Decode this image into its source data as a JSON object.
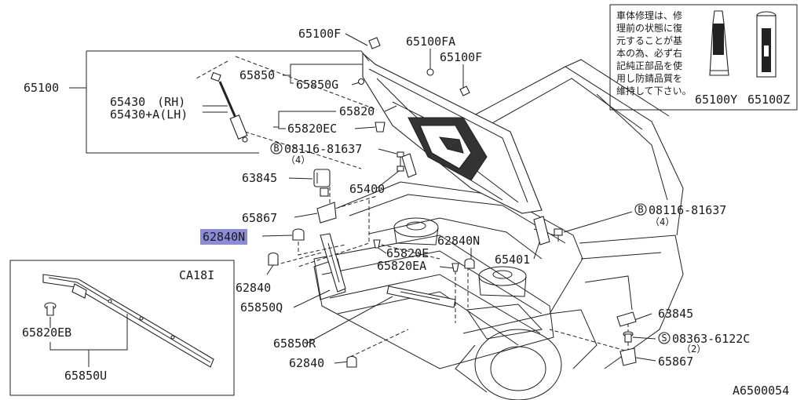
{
  "diagram_id": "A6500054",
  "highlight_color": "#8c8cd8",
  "note": {
    "lines": [
      "車体修理は、修",
      "理前の状態に復",
      "元することが基",
      "本の為、必ず右",
      "記純正部品を使",
      "用し防錆品質を",
      "維持して下さい。"
    ],
    "tube_label": "65100Y",
    "can_label": "65100Z"
  },
  "inset": {
    "title": "CA18I",
    "clip_label": "65820EB",
    "rail_label": "65850U"
  },
  "labels": {
    "l65100": "65100",
    "l65100F_a": "65100F",
    "l65100FA": "65100FA",
    "l65100F_b": "65100F",
    "l65850": "65850",
    "l65850G": "65850G",
    "l65430": "65430　(RH)",
    "l65430A": "65430+A(LH)",
    "l65820": "65820",
    "l65820EC": "65820EC",
    "l08116a": "08116-81637",
    "l08116a_qty": "（4）",
    "l63845a": "63845",
    "l65400": "65400",
    "l65867a": "65867",
    "l62840N_hl": "62840N",
    "l62840N": "62840N",
    "l65820E": "65820E",
    "l65820EA": "65820EA",
    "l65401": "65401",
    "l62840a": "62840",
    "l65850Q": "65850Q",
    "l65850R": "65850R",
    "l62840b": "62840",
    "l08116b": "08116-81637",
    "l08116b_qty": "（4）",
    "l63845b": "63845",
    "l08363": "08363-6122C",
    "l08363_qty": "（2）",
    "l65867b": "65867"
  },
  "symbols": {
    "bolt": "B",
    "screw": "S"
  }
}
